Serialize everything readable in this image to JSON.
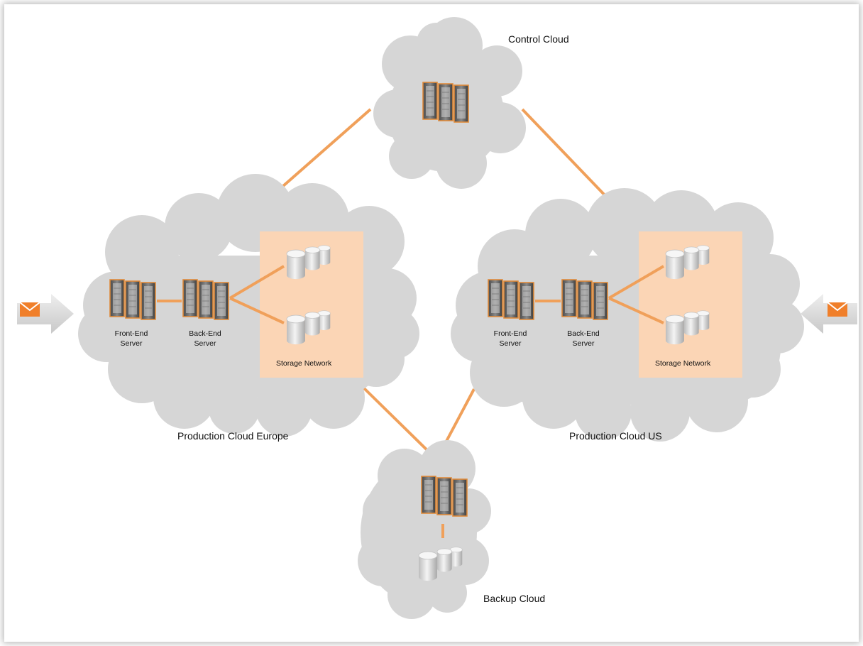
{
  "colors": {
    "cloud": "#d6d6d6",
    "link": "#f0a05a",
    "storage_panel": "#fbd5b5",
    "envelope": "#f07f2a",
    "arrow": "#d9d9d9"
  },
  "clouds": {
    "control": {
      "title": "Control Cloud"
    },
    "europe": {
      "title": "Production Cloud Europe",
      "front_end": {
        "line1": "Front-End",
        "line2": "Server"
      },
      "back_end": {
        "line1": "Back-End",
        "line2": "Server"
      },
      "storage": "Storage Network"
    },
    "us": {
      "title": "Production Cloud US",
      "front_end": {
        "line1": "Front-End",
        "line2": "Server"
      },
      "back_end": {
        "line1": "Back-End",
        "line2": "Server"
      },
      "storage": "Storage Network"
    },
    "backup": {
      "title": "Backup Cloud"
    }
  },
  "icons": {
    "server": "server-rack-icon",
    "storage": "database-cylinder-icon",
    "mail_in": "mail-arrow-right-icon",
    "mail_in_us": "mail-arrow-left-icon"
  }
}
